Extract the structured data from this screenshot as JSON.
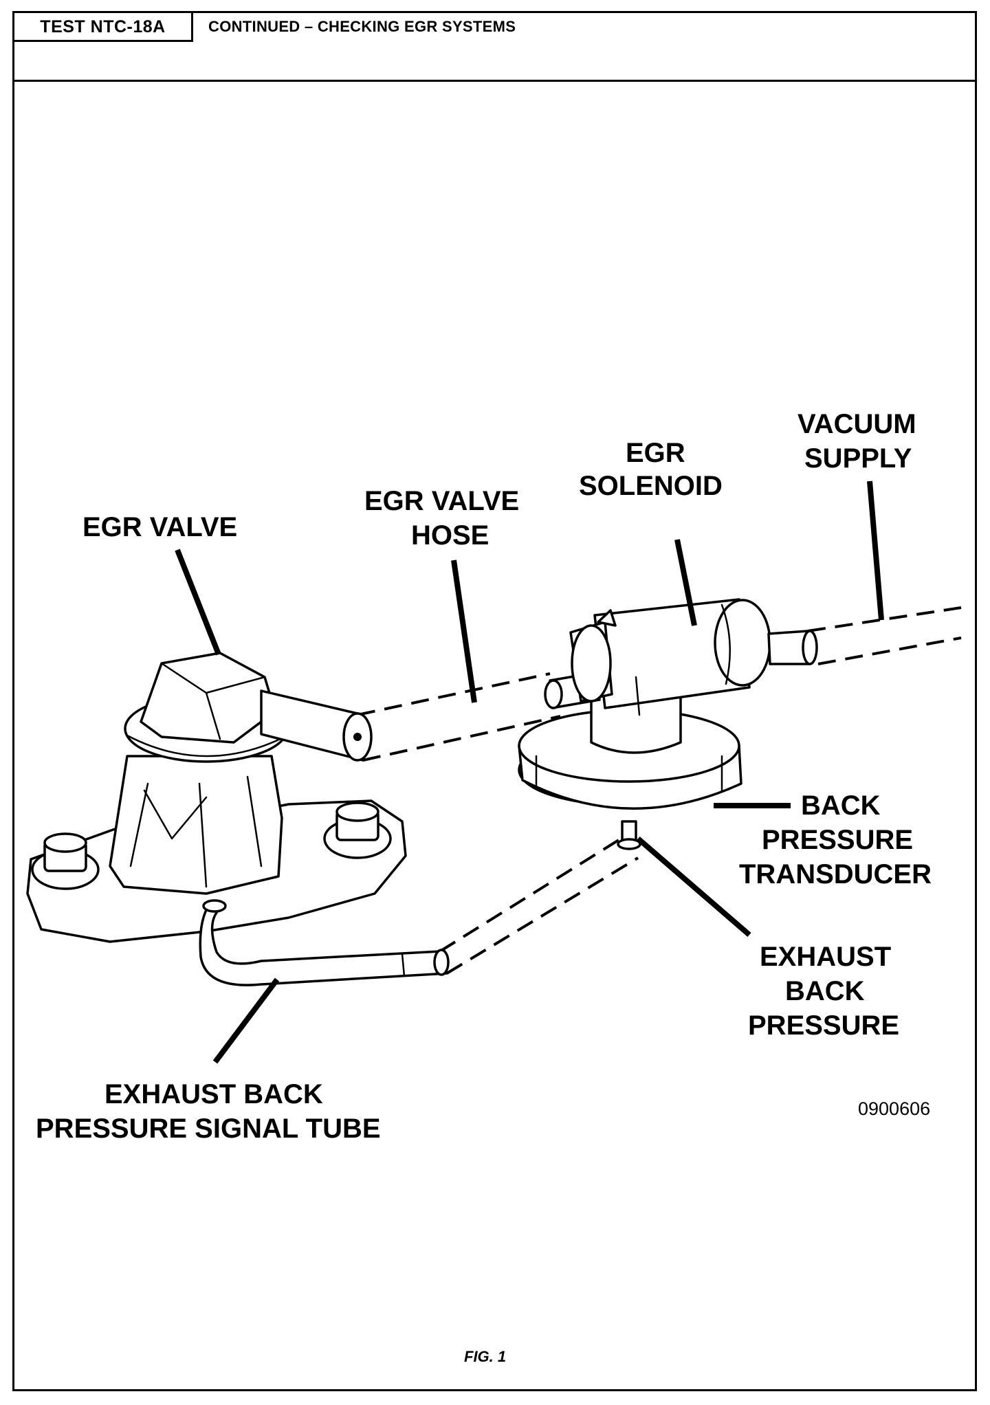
{
  "header": {
    "test_id": "TEST NTC-18A",
    "title": "CONTINUED – CHECKING EGR SYSTEMS"
  },
  "labels": {
    "egr_valve": "EGR VALVE",
    "egr_valve_hose_line1": "EGR VALVE",
    "egr_valve_hose_line2": "HOSE",
    "egr_solenoid_line1": "EGR",
    "egr_solenoid_line2": "SOLENOID",
    "vacuum_supply_line1": "VACUUM",
    "vacuum_supply_line2": "SUPPLY",
    "back_pressure_transducer_line1": "BACK",
    "back_pressure_transducer_line2": "PRESSURE",
    "back_pressure_transducer_line3": "TRANSDUCER",
    "exhaust_back_pressure_line1": "EXHAUST",
    "exhaust_back_pressure_line2": "BACK",
    "exhaust_back_pressure_line3": "PRESSURE",
    "signal_tube_line1": "EXHAUST BACK",
    "signal_tube_line2": "PRESSURE SIGNAL TUBE"
  },
  "part_number": "0900606",
  "figure_caption": "FIG. 1"
}
